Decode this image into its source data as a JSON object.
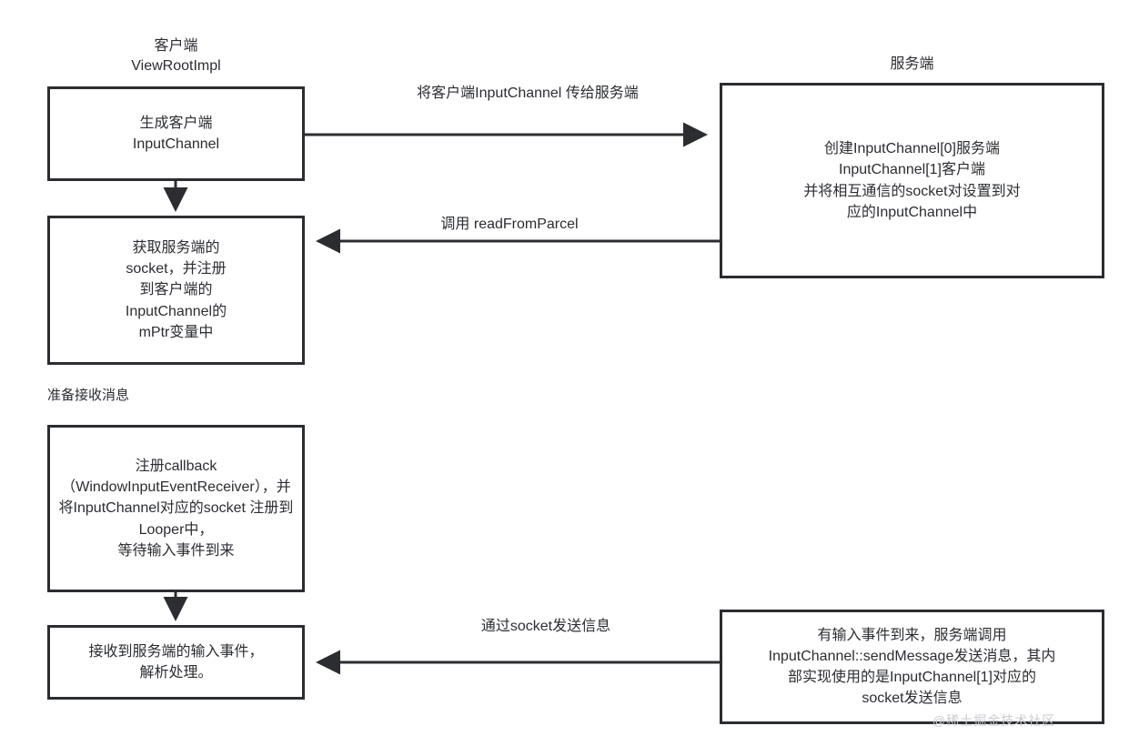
{
  "diagram": {
    "title": "InputChannel client-server flow",
    "colors": {
      "stroke": "#2b2d31",
      "background": "#ffffff",
      "text": "#2b2d31",
      "watermark": "#c9cbcf"
    },
    "captions": {
      "client": "客户端\nViewRootImpl",
      "server": "服务端",
      "prepare": "准备接收消息"
    },
    "nodes": {
      "client_create": "生成客户端\nInputChannel",
      "client_register": "获取服务端的\nsocket，并注册\n到客户端的\nInputChannel的\nmPtr变量中",
      "client_callback": "注册callback\n（WindowInputEventReceiver），并将InputChannel对应的socket 注册到Looper中，\n等待输入事件到来",
      "client_receive": "接收到服务端的输入事件，\n解析处理。",
      "server_create": "创建InputChannel[0]服务端\nInputChannel[1]客户端\n并将相互通信的socket对设置到对\n应的InputChannel中",
      "server_send": "有输入事件到来，服务端调用\nInputChannel::sendMessage发送消息，其内\n部实现使用的是InputChannel[1]对应的\nsocket发送信息"
    },
    "edges": {
      "pass_channel": "将客户端InputChannel 传给服务端",
      "read_parcel": "调用 readFromParcel",
      "send_socket": "通过socket发送信息",
      "client_down_1": "",
      "client_down_2": ""
    },
    "watermark": "@稀土掘金技术社区"
  }
}
